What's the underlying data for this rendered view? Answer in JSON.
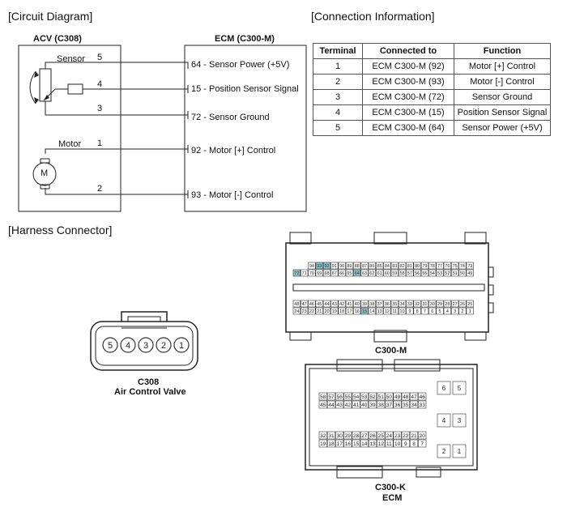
{
  "sections": {
    "circuit": "[Circuit Diagram]",
    "connection": "[Connection Information]",
    "harness": "[Harness Connector]"
  },
  "circuit": {
    "acv_title": "ACV (C308)",
    "ecm_title": "ECM (C300-M)",
    "sensor_label": "Sensor",
    "motor_label": "Motor",
    "motor_symbol": "M",
    "acv_pins": [
      "5",
      "4",
      "3",
      "1",
      "2"
    ],
    "ecm_pins": [
      "64 - Sensor Power (+5V)",
      "15 - Position Sensor Signal",
      "72 - Sensor Ground",
      "92 - Motor [+] Control",
      "93 - Motor [-] Control"
    ]
  },
  "connection_table": {
    "headers": [
      "Terminal",
      "Connected to",
      "Function"
    ],
    "rows": [
      [
        "1",
        "ECM C300-M (92)",
        "Motor [+] Control"
      ],
      [
        "2",
        "ECM C300-M (93)",
        "Motor [-] Control"
      ],
      [
        "3",
        "ECM C300-M (72)",
        "Sensor Ground"
      ],
      [
        "4",
        "ECM C300-M (15)",
        "Position Sensor Signal"
      ],
      [
        "5",
        "ECM C300-M (64)",
        "Sensor Power (+5V)"
      ]
    ]
  },
  "harness": {
    "c308_pins": [
      "5",
      "4",
      "3",
      "2",
      "1"
    ],
    "c308_title": "C308",
    "c308_subtitle": "Air Control Valve",
    "c300m_title": "C300-M",
    "c300m_rows": [
      [
        "94",
        "93",
        "92",
        "91",
        "90",
        "89",
        "88",
        "87",
        "86",
        "85",
        "84",
        "83",
        "82",
        "81",
        "80",
        "79",
        "78",
        "77",
        "76",
        "75",
        "74",
        "73"
      ],
      [
        "72",
        "71",
        "70",
        "69",
        "68",
        "67",
        "66",
        "65",
        "64",
        "63",
        "62",
        "61",
        "60",
        "59",
        "58",
        "57",
        "56",
        "55",
        "54",
        "53",
        "52",
        "51",
        "50",
        "49"
      ],
      [
        "48",
        "47",
        "46",
        "45",
        "44",
        "43",
        "42",
        "41",
        "40",
        "39",
        "38",
        "37",
        "36",
        "35",
        "34",
        "33",
        "32",
        "31",
        "30",
        "29",
        "28",
        "27",
        "26",
        "25"
      ],
      [
        "24",
        "23",
        "22",
        "21",
        "20",
        "19",
        "18",
        "17",
        "16",
        "15",
        "14",
        "13",
        "12",
        "11",
        "10",
        "9",
        "8",
        "7",
        "6",
        "5",
        "4",
        "3",
        "2",
        "1"
      ]
    ],
    "c300m_highlighted": [
      "93",
      "92",
      "72",
      "64",
      "15"
    ],
    "c300k_title": "C300-K",
    "c300k_subtitle": "ECM",
    "c300k_rows": [
      [
        "58",
        "57",
        "56",
        "55",
        "54",
        "53",
        "52",
        "51",
        "50",
        "49",
        "48",
        "47",
        "46"
      ],
      [
        "45",
        "44",
        "43",
        "42",
        "41",
        "40",
        "39",
        "38",
        "37",
        "36",
        "35",
        "34",
        "33"
      ],
      [
        "32",
        "31",
        "30",
        "29",
        "28",
        "27",
        "26",
        "25",
        "24",
        "23",
        "22",
        "21",
        "20"
      ],
      [
        "19",
        "18",
        "17",
        "16",
        "15",
        "14",
        "13",
        "12",
        "11",
        "10",
        "9",
        "8",
        "7"
      ]
    ],
    "c300k_big_pins": [
      [
        "6",
        "5"
      ],
      [
        "4",
        "3"
      ],
      [
        "2",
        "1"
      ]
    ]
  },
  "colors": {
    "highlight": "#8cc7cc",
    "line": "#222222"
  }
}
